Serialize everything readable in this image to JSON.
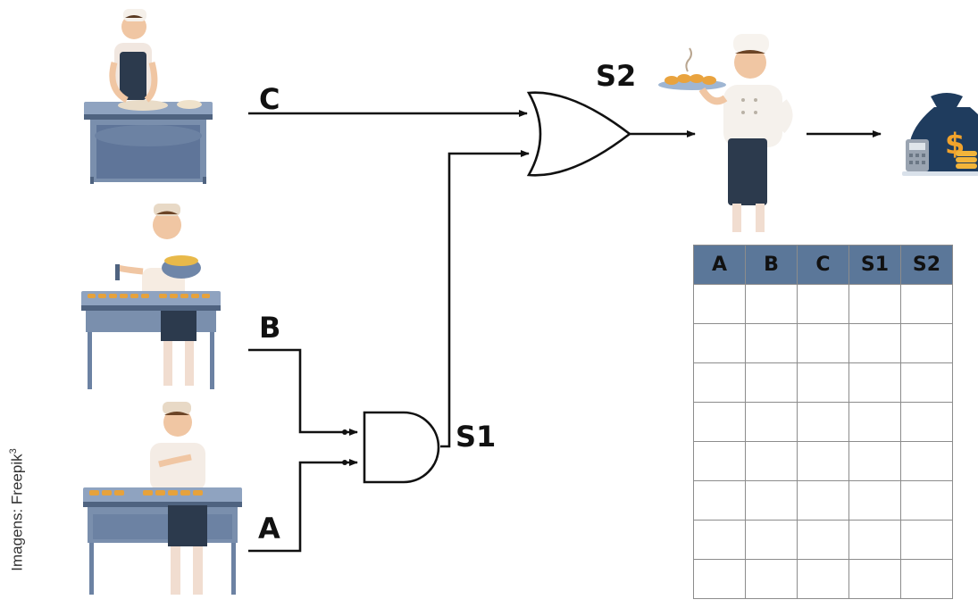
{
  "signals": {
    "input_c": "C",
    "input_b": "B",
    "input_a": "A",
    "output_s1": "S1",
    "output_s2": "S2"
  },
  "gates": {
    "and_gate": "AND",
    "or_gate": "OR"
  },
  "credit": {
    "text": "Imagens: Freepik",
    "superscript": "3"
  },
  "truth_table": {
    "headers": [
      "A",
      "B",
      "C",
      "S1",
      "S2"
    ],
    "empty_rows": 8
  },
  "colors": {
    "table_header": "#5b7799",
    "table_border": "#8c8c8c",
    "table_stand": "#7a8fad",
    "table_stand_dark": "#4f6380"
  },
  "icons": {
    "baker_c": "baker-kneading-dough-icon",
    "baker_b": "baker-mixing-bowl-icon",
    "baker_a": "baker-filling-pastries-icon",
    "chef": "chef-serving-tray-icon",
    "money": "money-bag-calculator-icon"
  }
}
